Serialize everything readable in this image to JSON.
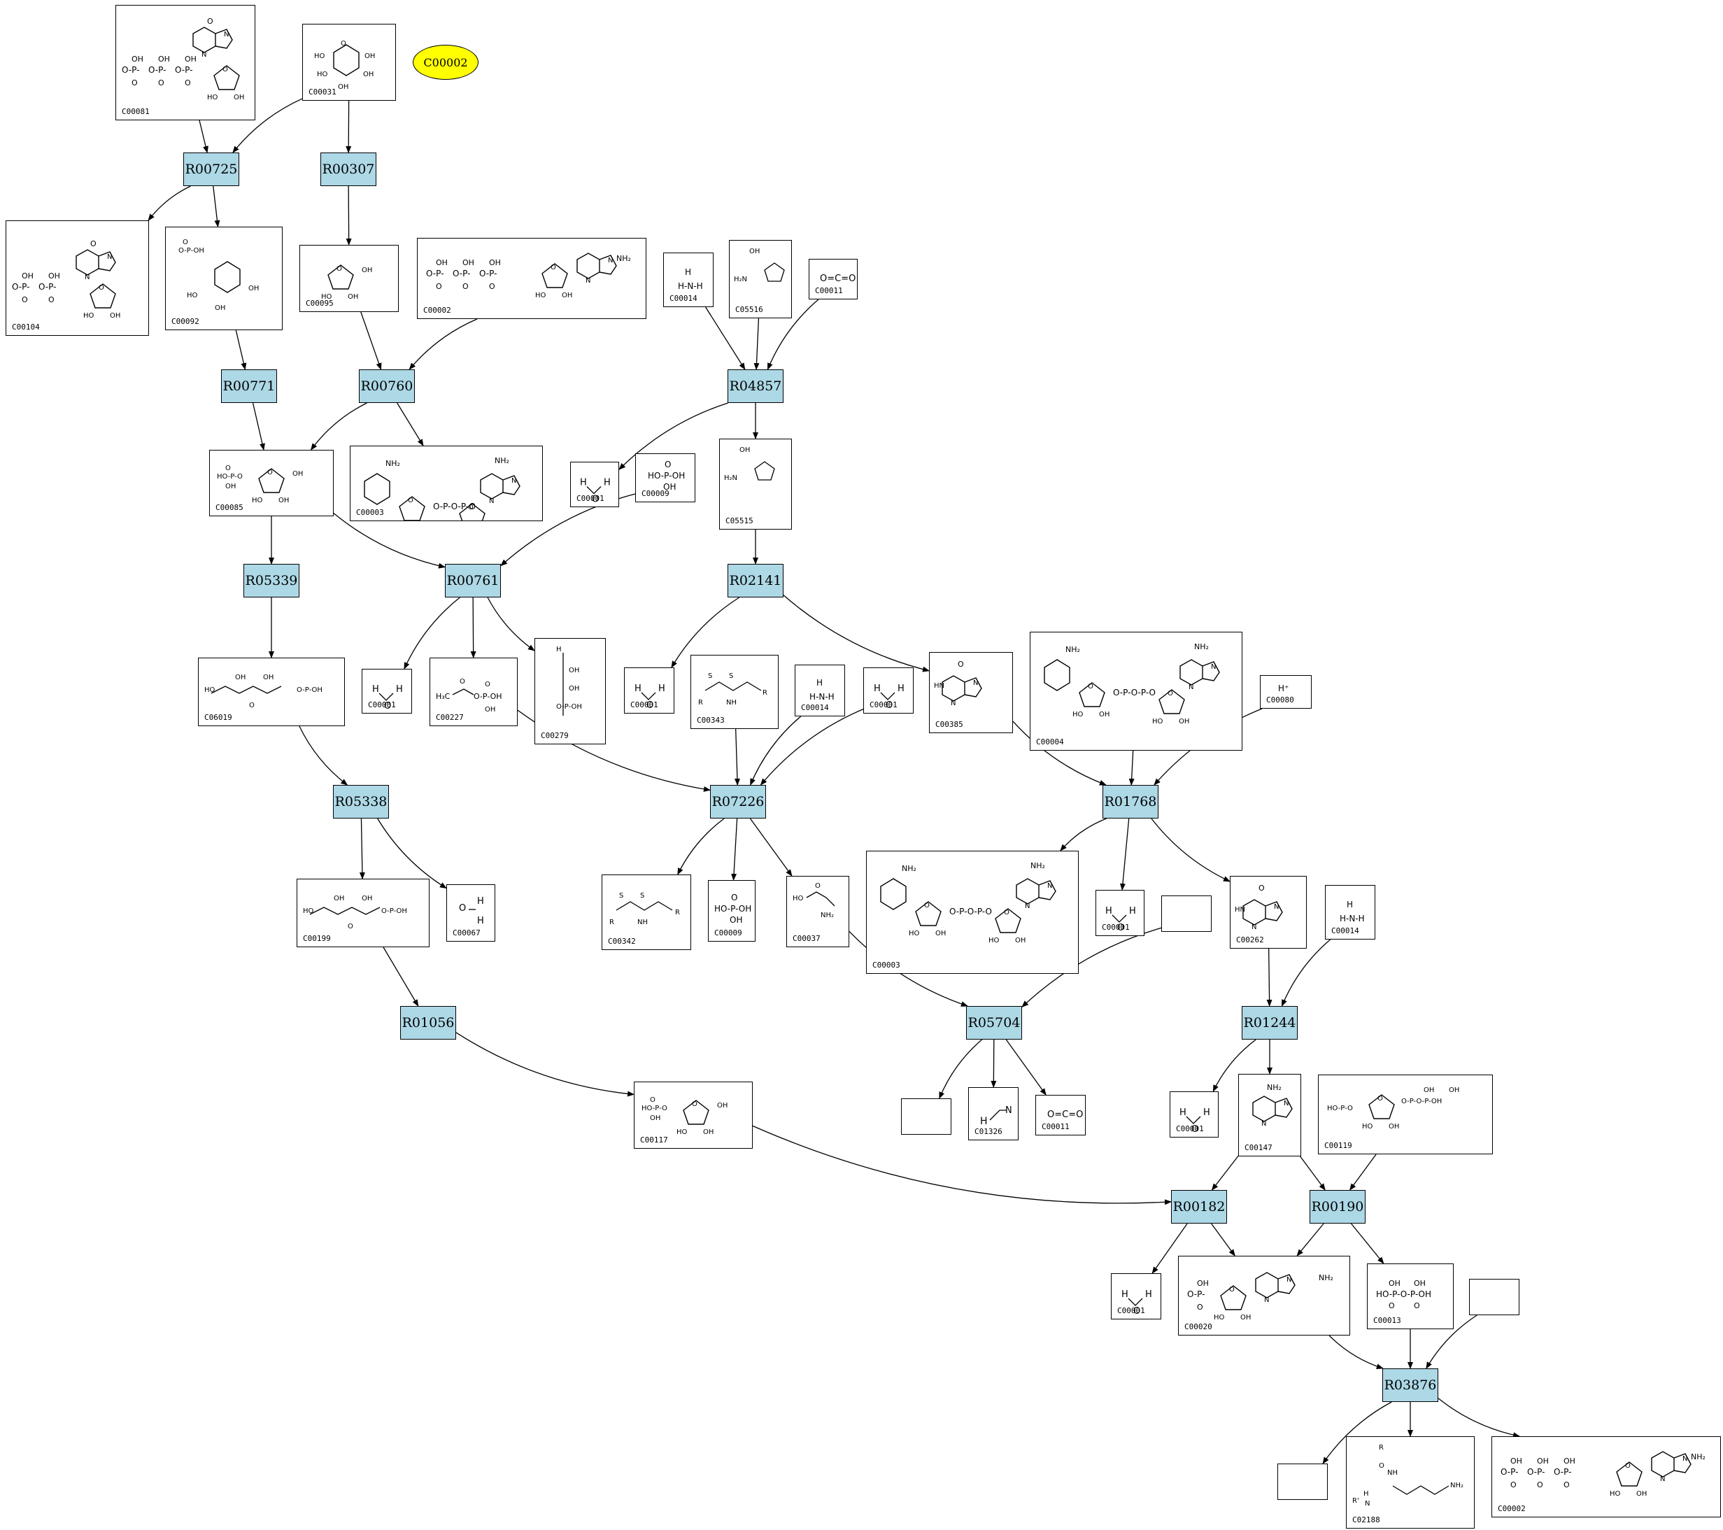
{
  "highlight": {
    "label": "C00002",
    "color": "#ffff00"
  },
  "colors": {
    "reaction_fill": "#add8e6",
    "edge": "#000000"
  },
  "reactions": [
    {
      "id": "R00725",
      "label": "R00725"
    },
    {
      "id": "R00307",
      "label": "R00307"
    },
    {
      "id": "R00771",
      "label": "R00771"
    },
    {
      "id": "R00760",
      "label": "R00760"
    },
    {
      "id": "R04857",
      "label": "R04857"
    },
    {
      "id": "R05339",
      "label": "R05339"
    },
    {
      "id": "R00761",
      "label": "R00761"
    },
    {
      "id": "R02141",
      "label": "R02141"
    },
    {
      "id": "R05338",
      "label": "R05338"
    },
    {
      "id": "R07226",
      "label": "R07226"
    },
    {
      "id": "R01768",
      "label": "R01768"
    },
    {
      "id": "R01056",
      "label": "R01056"
    },
    {
      "id": "R05704",
      "label": "R05704"
    },
    {
      "id": "R01244",
      "label": "R01244"
    },
    {
      "id": "R00182",
      "label": "R00182"
    },
    {
      "id": "R00190",
      "label": "R00190"
    },
    {
      "id": "R03876",
      "label": "R03876"
    }
  ],
  "compounds": [
    {
      "key": "c00081",
      "label": "C00081"
    },
    {
      "key": "c00031",
      "label": "C00031"
    },
    {
      "key": "c00104",
      "label": "C00104"
    },
    {
      "key": "c00092",
      "label": "C00092"
    },
    {
      "key": "c00095",
      "label": "C00095"
    },
    {
      "key": "c00002a",
      "label": "C00002"
    },
    {
      "key": "c00014a",
      "label": "C00014"
    },
    {
      "key": "c05516",
      "label": "C05516"
    },
    {
      "key": "c00011a",
      "label": "C00011"
    },
    {
      "key": "c00085",
      "label": "C00085"
    },
    {
      "key": "c00003a",
      "label": "C00003"
    },
    {
      "key": "c00001a",
      "label": "C00001"
    },
    {
      "key": "c00009a",
      "label": "C00009"
    },
    {
      "key": "c05515",
      "label": "C05515"
    },
    {
      "key": "c06019",
      "label": "C06019"
    },
    {
      "key": "c00001b",
      "label": "C00001"
    },
    {
      "key": "c00227",
      "label": "C00227"
    },
    {
      "key": "c00279",
      "label": "C00279"
    },
    {
      "key": "c00001c",
      "label": "C00001"
    },
    {
      "key": "c00343",
      "label": "C00343"
    },
    {
      "key": "c00014b",
      "label": "C00014"
    },
    {
      "key": "c00001d",
      "label": "C00001"
    },
    {
      "key": "c00385",
      "label": "C00385"
    },
    {
      "key": "c00004",
      "label": "C00004"
    },
    {
      "key": "c00080",
      "label": "C00080"
    },
    {
      "key": "c00199",
      "label": "C00199"
    },
    {
      "key": "c00067",
      "label": "C00067"
    },
    {
      "key": "c00342",
      "label": "C00342"
    },
    {
      "key": "c00009b",
      "label": "C00009"
    },
    {
      "key": "c00037",
      "label": "C00037"
    },
    {
      "key": "c00003b",
      "label": "C00003"
    },
    {
      "key": "c00001e",
      "label": "C00001"
    },
    {
      "key": "blank1",
      "label": ""
    },
    {
      "key": "c00262",
      "label": "C00262"
    },
    {
      "key": "c00014c",
      "label": "C00014"
    },
    {
      "key": "c00117",
      "label": "C00117"
    },
    {
      "key": "blank2",
      "label": ""
    },
    {
      "key": "c01326",
      "label": "C01326"
    },
    {
      "key": "c00011b",
      "label": "C00011"
    },
    {
      "key": "c00001f",
      "label": "C00001"
    },
    {
      "key": "c00147",
      "label": "C00147"
    },
    {
      "key": "c00119",
      "label": "C00119"
    },
    {
      "key": "c00001g",
      "label": "C00001"
    },
    {
      "key": "c00020",
      "label": "C00020"
    },
    {
      "key": "c00013",
      "label": "C00013"
    },
    {
      "key": "blank3",
      "label": ""
    },
    {
      "key": "blank4",
      "label": ""
    },
    {
      "key": "c02188",
      "label": "C02188"
    },
    {
      "key": "c00002b",
      "label": "C00002"
    }
  ],
  "edges": [
    [
      "c00081",
      "R00725"
    ],
    [
      "c00031",
      "R00725"
    ],
    [
      "c00031",
      "R00307"
    ],
    [
      "R00725",
      "c00104"
    ],
    [
      "R00725",
      "c00092"
    ],
    [
      "R00307",
      "c00095"
    ],
    [
      "c00092",
      "R00771"
    ],
    [
      "c00095",
      "R00760"
    ],
    [
      "c00002a",
      "R00760"
    ],
    [
      "c00014a",
      "R04857"
    ],
    [
      "c05516",
      "R04857"
    ],
    [
      "c00011a",
      "R04857"
    ],
    [
      "R00771",
      "c00085"
    ],
    [
      "R00760",
      "c00085"
    ],
    [
      "R00760",
      "c00003a"
    ],
    [
      "R04857",
      "c00001a"
    ],
    [
      "R04857",
      "c05515"
    ],
    [
      "c00085",
      "R05339"
    ],
    [
      "c00085",
      "R00761"
    ],
    [
      "c00009a",
      "R00761"
    ],
    [
      "c05515",
      "R02141"
    ],
    [
      "R05339",
      "c06019"
    ],
    [
      "R00761",
      "c00001b"
    ],
    [
      "R00761",
      "c00227"
    ],
    [
      "R00761",
      "c00279"
    ],
    [
      "R02141",
      "c00001c"
    ],
    [
      "R02141",
      "c00385"
    ],
    [
      "c06019",
      "R05338"
    ],
    [
      "c00227",
      "R07226"
    ],
    [
      "c00343",
      "R07226"
    ],
    [
      "c00014b",
      "R07226"
    ],
    [
      "c00001d",
      "R07226"
    ],
    [
      "c00385",
      "R01768"
    ],
    [
      "c00004",
      "R01768"
    ],
    [
      "c00080",
      "R01768"
    ],
    [
      "R05338",
      "c00199"
    ],
    [
      "R05338",
      "c00067"
    ],
    [
      "R07226",
      "c00342"
    ],
    [
      "R07226",
      "c00009b"
    ],
    [
      "R07226",
      "c00037"
    ],
    [
      "R01768",
      "c00003b"
    ],
    [
      "R01768",
      "c00001e"
    ],
    [
      "R01768",
      "c00262"
    ],
    [
      "c00199",
      "R01056"
    ],
    [
      "c00037",
      "R05704"
    ],
    [
      "blank1",
      "R05704"
    ],
    [
      "c00262",
      "R01244"
    ],
    [
      "c00014c",
      "R01244"
    ],
    [
      "R01056",
      "c00117"
    ],
    [
      "R05704",
      "blank2"
    ],
    [
      "R05704",
      "c01326"
    ],
    [
      "R05704",
      "c00011b"
    ],
    [
      "R01244",
      "c00001f"
    ],
    [
      "R01244",
      "c00147"
    ],
    [
      "c00117",
      "R00182"
    ],
    [
      "c00147",
      "R00182"
    ],
    [
      "c00147",
      "R00190"
    ],
    [
      "c00119",
      "R00190"
    ],
    [
      "R00182",
      "c00001g"
    ],
    [
      "R00182",
      "c00020"
    ],
    [
      "R00190",
      "c00020"
    ],
    [
      "R00190",
      "c00013"
    ],
    [
      "c00020",
      "R03876"
    ],
    [
      "c00013",
      "R03876"
    ],
    [
      "blank3",
      "R03876"
    ],
    [
      "R03876",
      "blank4"
    ],
    [
      "R03876",
      "c02188"
    ],
    [
      "R03876",
      "c00002b"
    ]
  ]
}
